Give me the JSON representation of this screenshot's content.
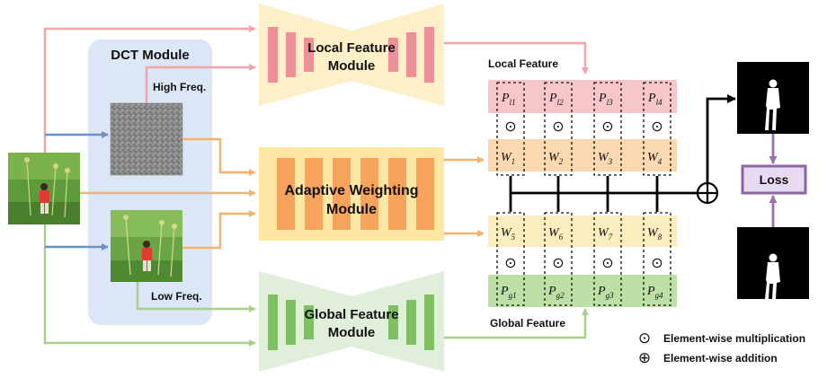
{
  "dct_module": {
    "title": "DCT Module",
    "high_label": "High Freq.",
    "low_label": "Low Freq."
  },
  "local_module": {
    "line1": "Local Feature",
    "line2": "Module"
  },
  "adaptive_module": {
    "line1": "Adaptive Weighting",
    "line2": "Module"
  },
  "global_module": {
    "line1": "Global Feature",
    "line2": "Module"
  },
  "local_feature_label": "Local Feature",
  "global_feature_label": "Global Feature",
  "loss_label": "Loss",
  "local_cells": [
    {
      "main": "P",
      "sub": "l1"
    },
    {
      "main": "P",
      "sub": "l2"
    },
    {
      "main": "P",
      "sub": "l3"
    },
    {
      "main": "P",
      "sub": "l4"
    }
  ],
  "weight_cells_top": [
    {
      "main": "W",
      "sub": "1"
    },
    {
      "main": "W",
      "sub": "2"
    },
    {
      "main": "W",
      "sub": "3"
    },
    {
      "main": "W",
      "sub": "4"
    }
  ],
  "weight_cells_bottom": [
    {
      "main": "W",
      "sub": "5"
    },
    {
      "main": "W",
      "sub": "6"
    },
    {
      "main": "W",
      "sub": "7"
    },
    {
      "main": "W",
      "sub": "8"
    }
  ],
  "global_cells": [
    {
      "main": "P",
      "sub": "g1"
    },
    {
      "main": "P",
      "sub": "g2"
    },
    {
      "main": "P",
      "sub": "g3"
    },
    {
      "main": "P",
      "sub": "g4"
    }
  ],
  "legend": {
    "mult_symbol": "⊙",
    "mult_label": "Element-wise multiplication",
    "add_symbol": "⊕",
    "add_label": "Element-wise addition"
  },
  "colors": {
    "pink": "#f2a5a8",
    "orange": "#f6b26b",
    "green": "#a7d08c",
    "blue": "#6d8fc4",
    "purple": "#9b6fb5",
    "dct_bg": "#dbe7f7",
    "local_bg": "#fdf0c8",
    "adaptive_bg": "#fde7a3",
    "global_bg": "#e0efd9",
    "local_bar": "#ee8f98",
    "adaptive_bar": "#f6a35b",
    "global_bar": "#7fc064",
    "row_pink": "#f6c6c8",
    "row_orange": "#fbd8b0",
    "row_yellow": "#fcedbf",
    "row_green": "#bde0a6",
    "loss_fill": "#e8daf2",
    "loss_border": "#8e63a8"
  }
}
